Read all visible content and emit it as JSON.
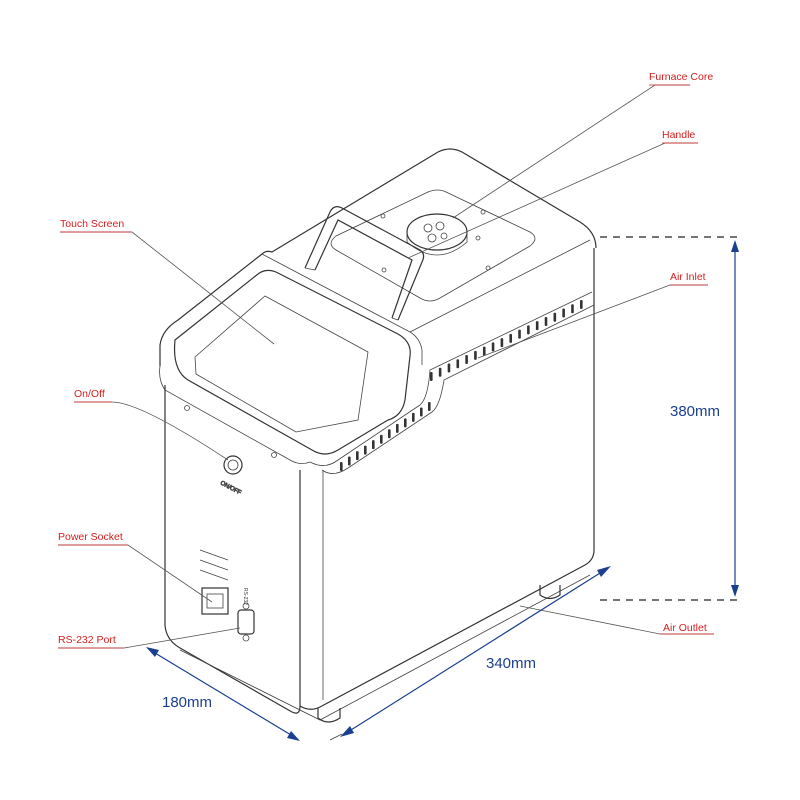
{
  "labels": {
    "furnace_core": "Furnace Core",
    "handle": "Handle",
    "touch_screen": "Touch Screen",
    "air_inlet": "Air Inlet",
    "on_off": "On/Off",
    "power_socket": "Power Socket",
    "rs232_port": "RS-232 Port",
    "air_outlet": "Air Outlet"
  },
  "dimensions": {
    "height": "380mm",
    "length": "340mm",
    "width": "180mm"
  },
  "device_markings": {
    "switch_label": "ON/OFF",
    "rs232_marking": "RS-232"
  },
  "colors": {
    "callout_text": "#d42020",
    "dimension": "#1b3f8f",
    "outline": "#333333"
  }
}
